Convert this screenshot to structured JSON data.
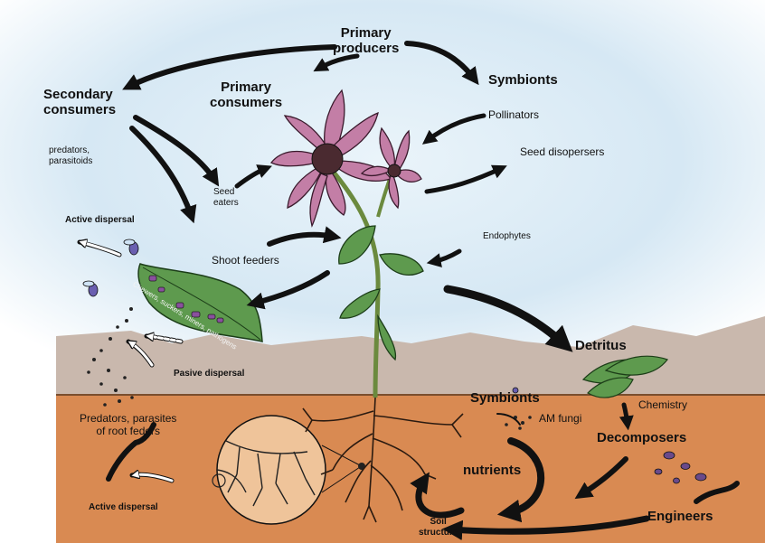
{
  "labels": {
    "primary_producers": "Primary\nproducers",
    "secondary_consumers": "Secondary\nconsumers",
    "primary_consumers": "Primary\nconsumers",
    "symbionts_top": "Symbionts",
    "pollinators": "Pollinators",
    "predators_parasitoids": "predators,\nparasitoids",
    "seed_eaters": "Seed\neaters",
    "seed_dispersers": "Seed disopersers",
    "active_dispersal_top": "Active dispersal",
    "shoot_feeders": "Shoot feeders",
    "endophytes": "Endophytes",
    "leaf_guilds": "Chewers, suckers, miners, pathogens",
    "detritus": "Detritus",
    "pasive_dispersal": "Pasive dispersal",
    "symbionts_soil": "Symbionts",
    "am_fungi": "AM fungi",
    "chemistry": "Chemistry",
    "predators_root_feeders": "Predators, parasites\nof root feders",
    "decomposers": "Decomposers",
    "nutrients": "nutrients",
    "active_dispersal_bottom": "Active dispersal",
    "engineers": "Engineers",
    "soil_structure": "Soil\nstructure"
  },
  "colors": {
    "sky": "#dfeef8",
    "mountains": "#c9b8ad",
    "soil": "#d98a52",
    "petal": "#c37ea6",
    "leaf": "#5e9a4e",
    "stem": "#6b8a3e",
    "zoom_circle": "#efc49a"
  }
}
